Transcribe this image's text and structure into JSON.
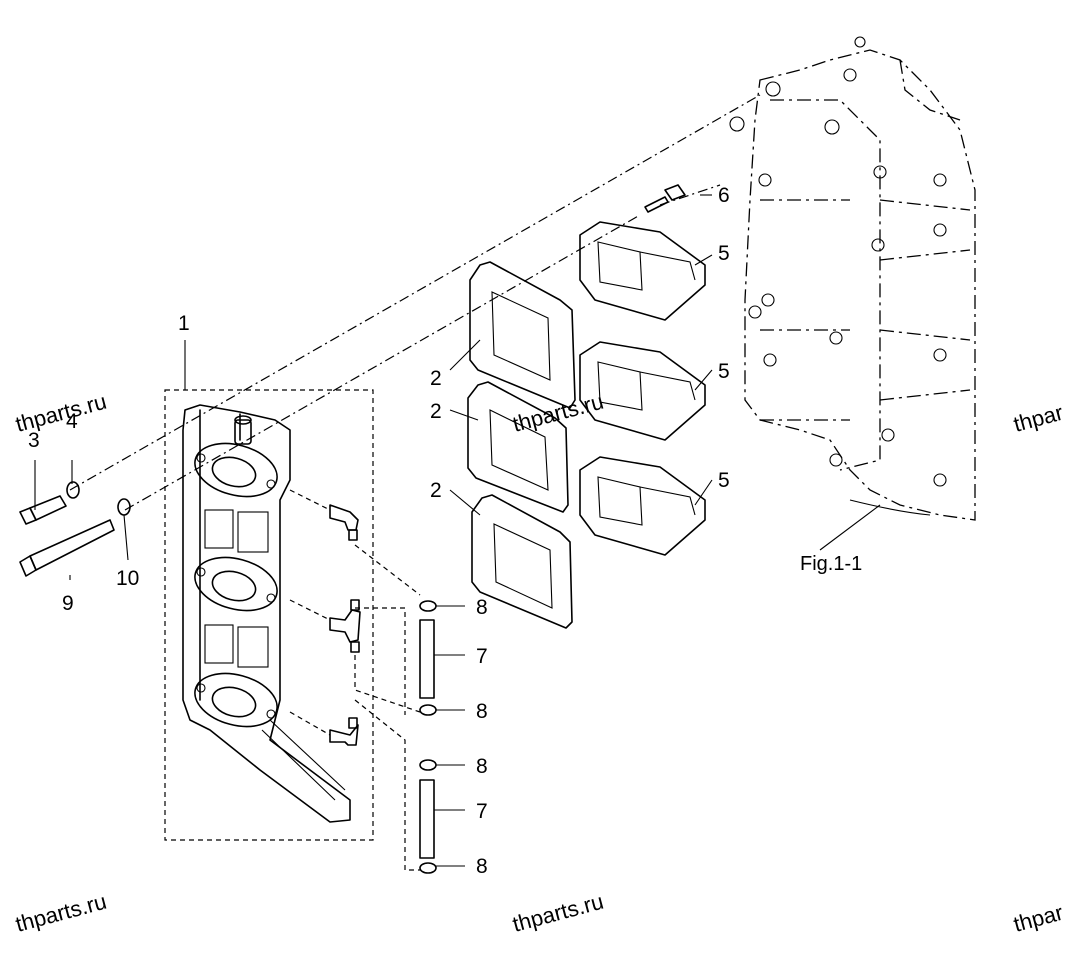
{
  "callouts": {
    "c1": "1",
    "c2a": "2",
    "c2b": "2",
    "c2c": "2",
    "c3": "3",
    "c4": "4",
    "c5a": "5",
    "c5b": "5",
    "c5c": "5",
    "c6": "6",
    "c7a": "7",
    "c7b": "7",
    "c8a": "8",
    "c8b": "8",
    "c8c": "8",
    "c8d": "8",
    "c9": "9",
    "c10": "10"
  },
  "figure_ref": "Fig.1-1",
  "watermarks": {
    "w1": "thparts.ru",
    "w2": "thparts.ru",
    "w3": "thpar",
    "w4": "thparts.ru",
    "w5": "thparts.ru",
    "w6": "thpar"
  }
}
